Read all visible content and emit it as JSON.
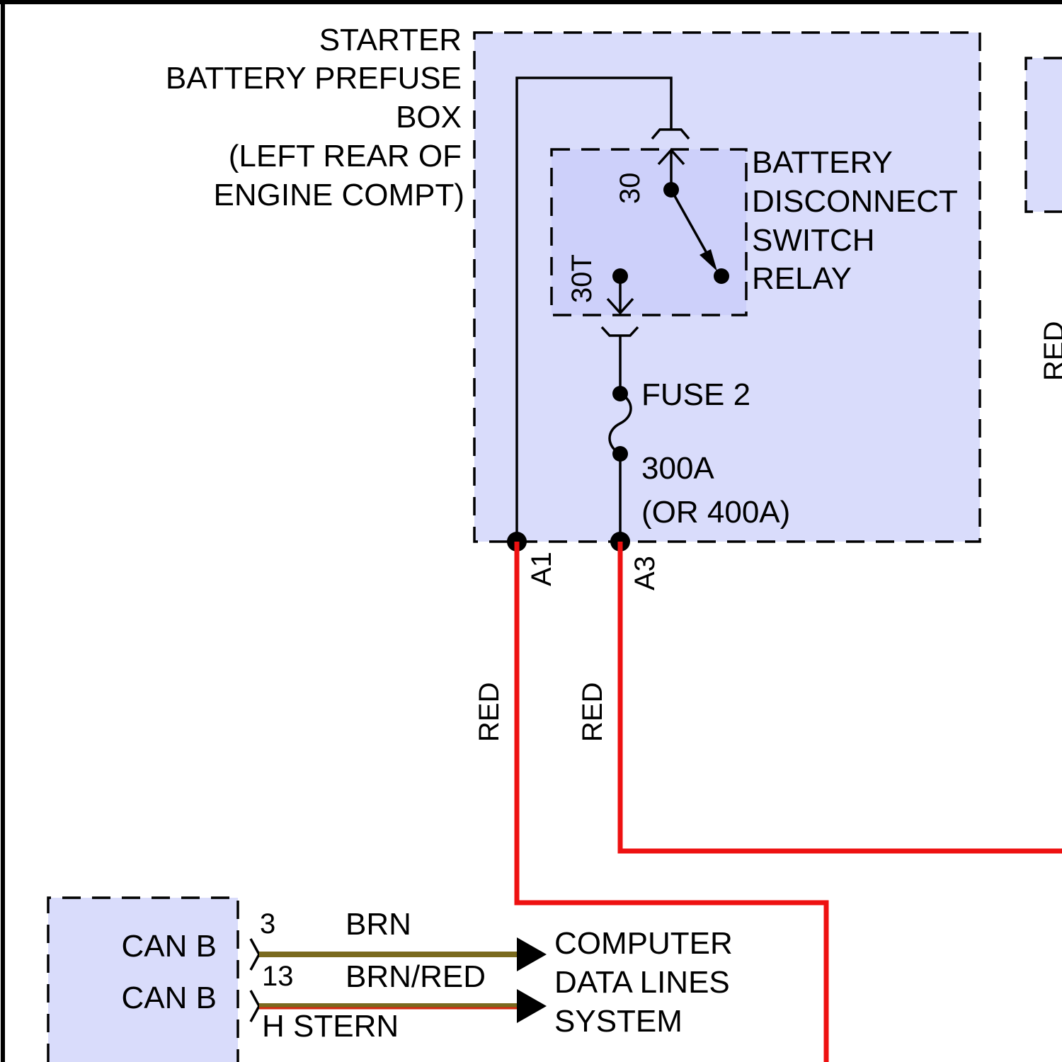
{
  "colors": {
    "box_fill": "#d9dcfb",
    "relay_fill": "#cdd0fa",
    "red_wire": "#ee1111",
    "brn_wire": "#7a6a1e",
    "brn_red_stripe": "#d42a10"
  },
  "prefuse_box": {
    "title_lines": [
      "STARTER",
      "BATTERY PREFUSE",
      "BOX",
      "(LEFT REAR OF",
      "ENGINE COMPT)"
    ]
  },
  "relay": {
    "label_lines": [
      "BATTERY",
      "DISCONNECT",
      "SWITCH",
      "RELAY"
    ],
    "pin_30": "30",
    "pin_30t": "30T"
  },
  "fuse": {
    "name": "FUSE 2",
    "rating": "300A",
    "alt_rating": "(OR 400A)"
  },
  "pins": {
    "a1": "A1",
    "a3": "A3"
  },
  "wires": {
    "a1_color": "RED",
    "a3_color": "RED",
    "right_edge_color": "RED"
  },
  "can_module": {
    "labels": [
      "CAN B",
      "CAN B"
    ],
    "pin_upper": "3",
    "pin_lower": "13",
    "wire_upper": "BRN",
    "wire_lower": "BRN/RED",
    "extra_text": "H STERN"
  },
  "destination": {
    "lines": [
      "COMPUTER",
      "DATA LINES",
      "SYSTEM"
    ]
  }
}
